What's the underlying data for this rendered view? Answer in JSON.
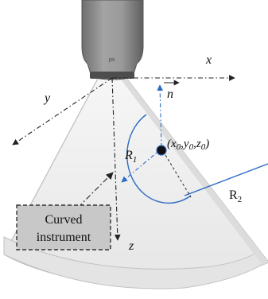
{
  "probe": {
    "tag": "px"
  },
  "axes": {
    "x": "x",
    "y": "y",
    "z": "z",
    "n": "n"
  },
  "radius1": {
    "letter": "R",
    "subscript": "1"
  },
  "radius2": {
    "letter": "R",
    "subscript": "2"
  },
  "contact_point": {
    "text_open": "(",
    "x": "x",
    "x_sub": "0",
    "y": "y",
    "y_sub": "0",
    "z": "z",
    "z_sub": "0",
    "text_close": ")"
  },
  "instrument_box": {
    "line1": "Curved",
    "line2": "instrument"
  },
  "colors": {
    "probe_body": "#8a8a8a",
    "fan_fill": "#eeeeee",
    "fan_edge": "#b9b9b9",
    "blue": "#2d6bc4",
    "box_fill": "#c9c9c9",
    "dash": "#333333"
  }
}
